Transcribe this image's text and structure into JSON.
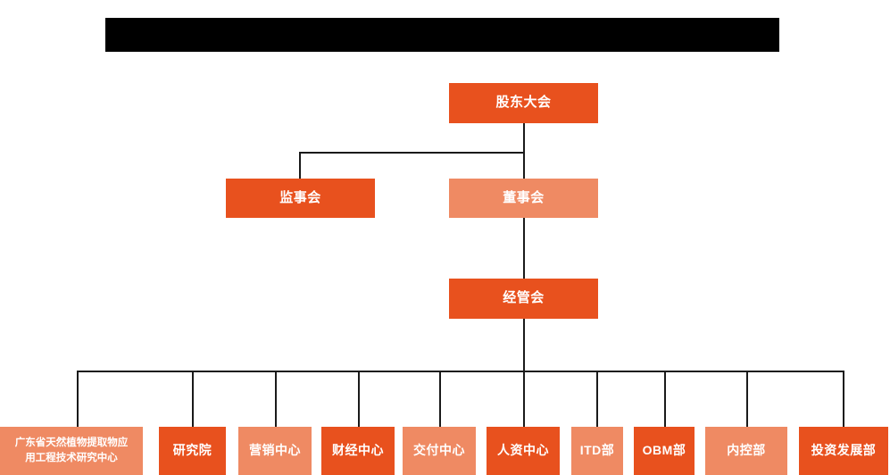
{
  "chart_title_bar": {
    "name": "redacted-title-bar",
    "text": "",
    "color": "#000000"
  },
  "palette": {
    "deep_orange": "#e8511e",
    "light_orange": "#ef8a63",
    "line": "#1a1a1a",
    "background": "#ffffff",
    "text": "#ffffff"
  },
  "nodes": {
    "shareholders_meeting": {
      "label": "股东大会",
      "tone": "deep"
    },
    "board_of_supervisors": {
      "label": "监事会",
      "tone": "deep"
    },
    "board_of_directors": {
      "label": "董事会",
      "tone": "light"
    },
    "management_committee": {
      "label": "经管会",
      "tone": "deep"
    }
  },
  "departments": [
    {
      "label_line1": "广东省天然植物提取物应",
      "label_line2": "用工程技术研究中心",
      "tone": "light"
    },
    {
      "label": "研究院",
      "tone": "deep"
    },
    {
      "label": "营销中心",
      "tone": "light"
    },
    {
      "label": "财经中心",
      "tone": "deep"
    },
    {
      "label": "交付中心",
      "tone": "light"
    },
    {
      "label": "人资中心",
      "tone": "deep"
    },
    {
      "label": "ITD部",
      "tone": "light"
    },
    {
      "label": "OBM部",
      "tone": "deep"
    },
    {
      "label": "内控部",
      "tone": "light"
    },
    {
      "label": "投资发展部",
      "tone": "deep"
    }
  ]
}
